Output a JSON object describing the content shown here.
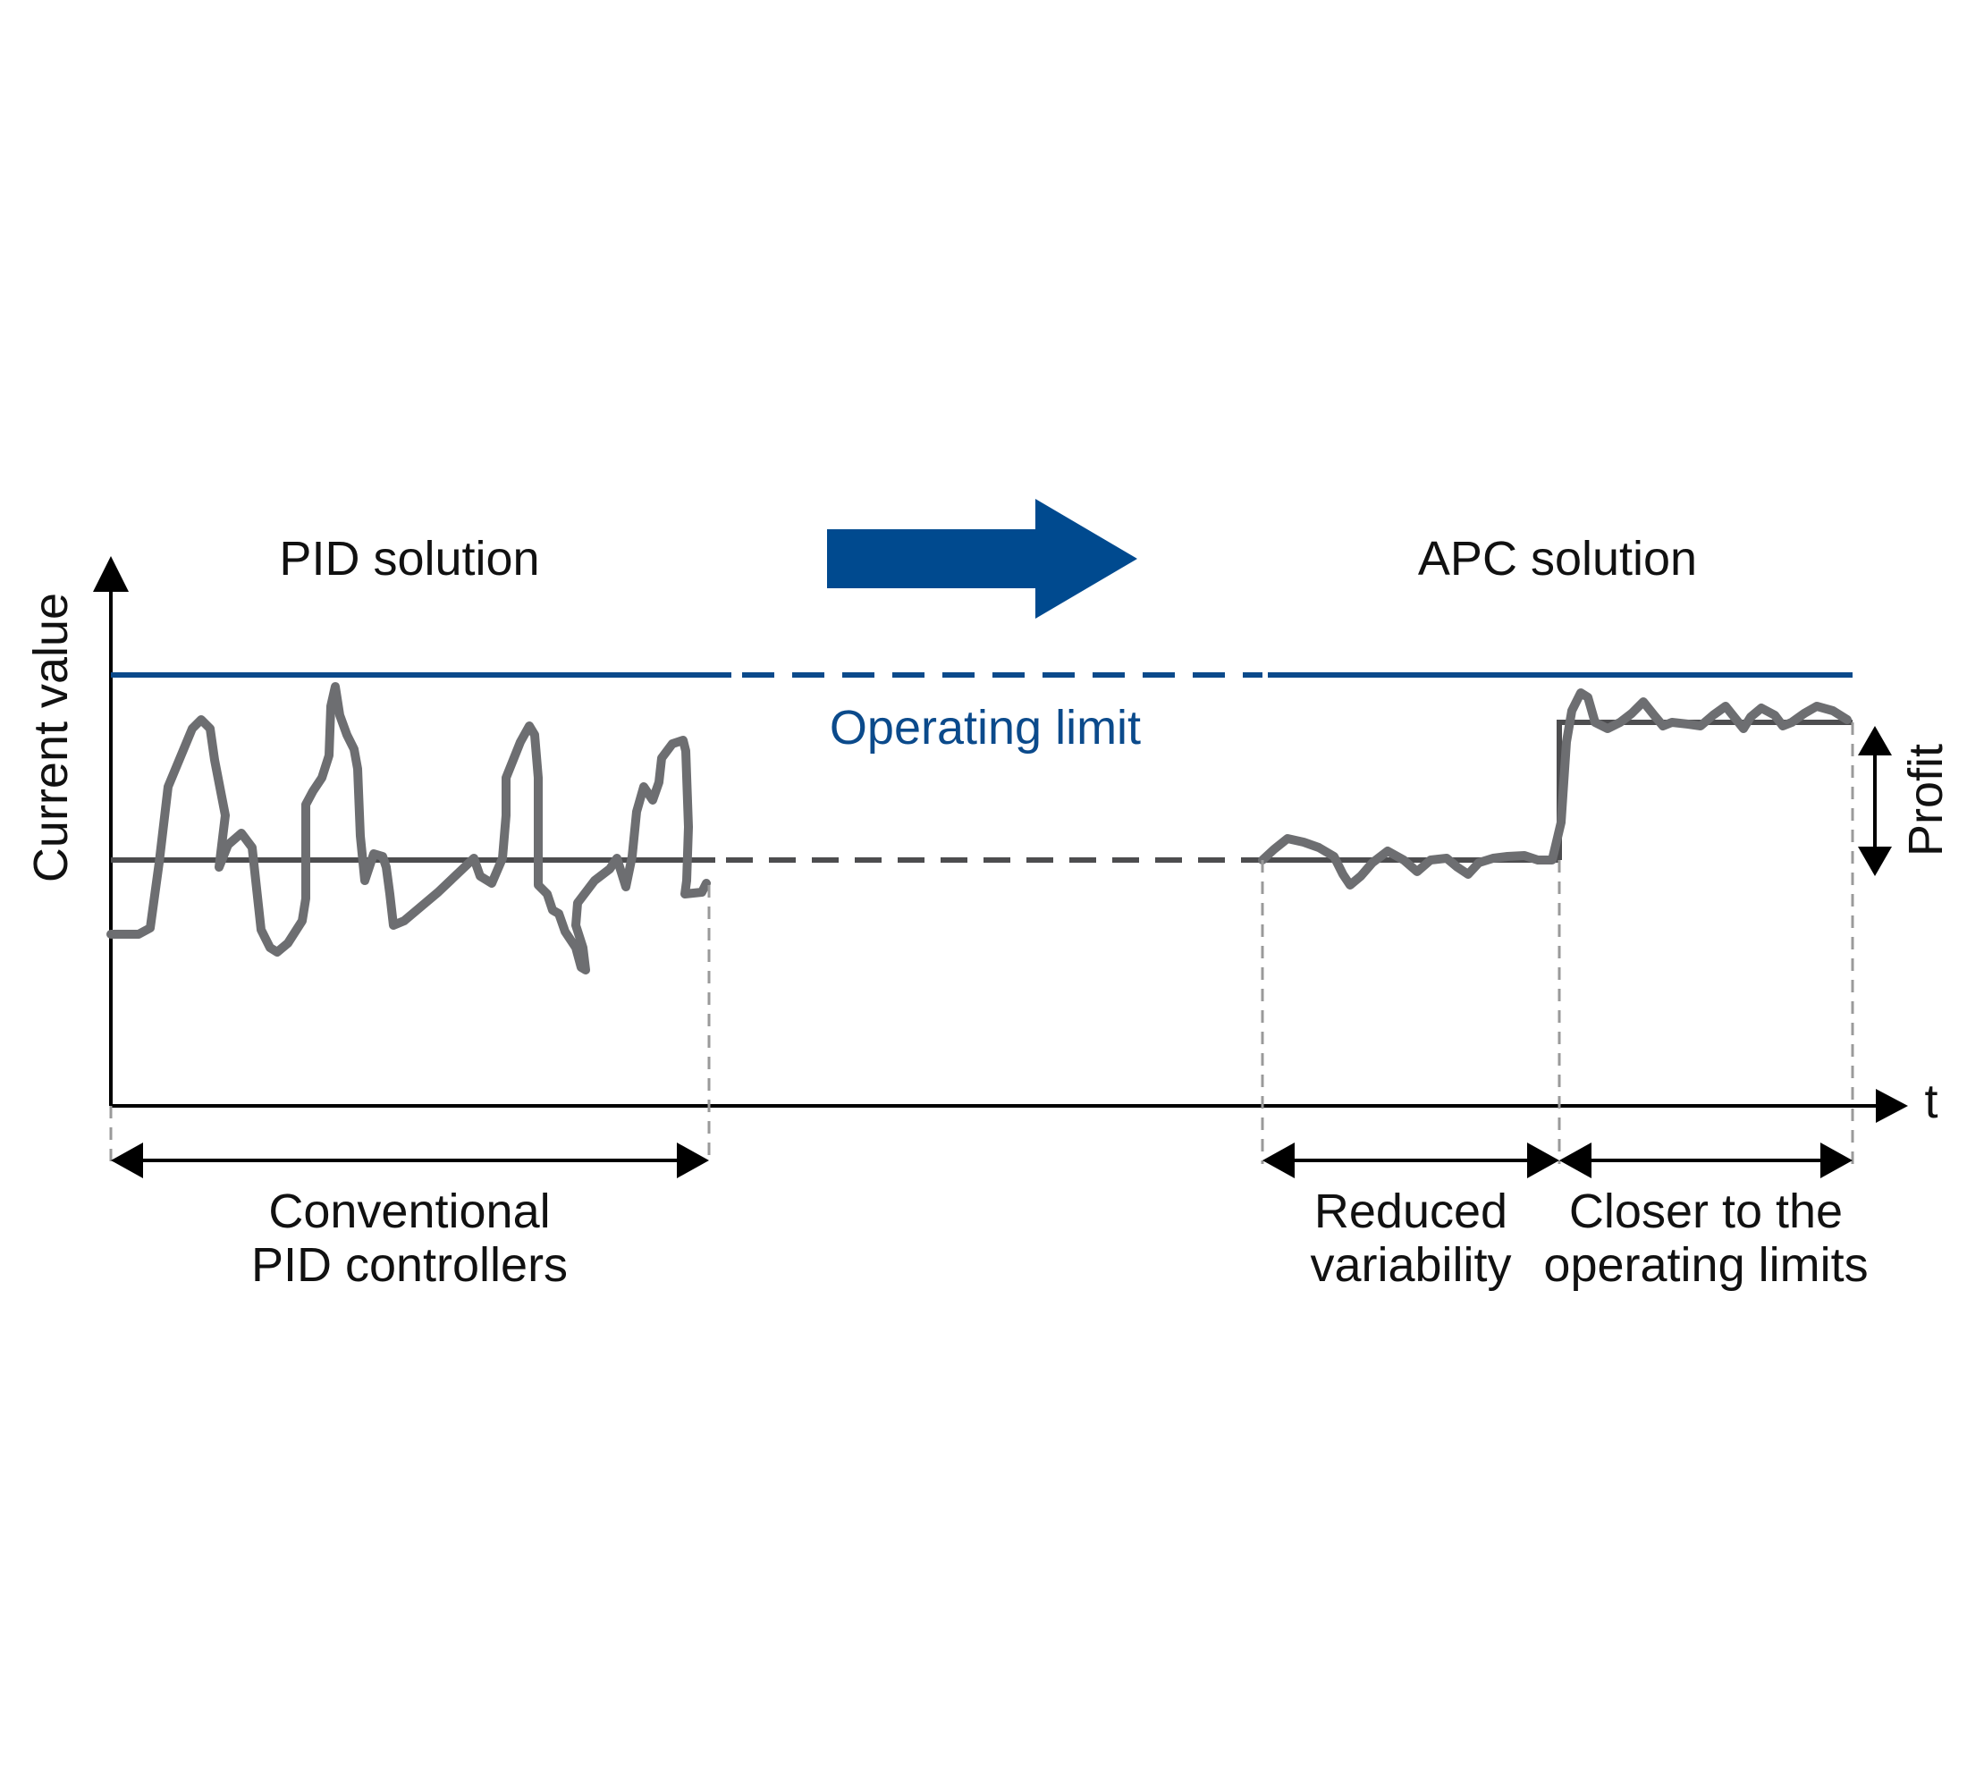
{
  "labels": {
    "pid_solution": "PID solution",
    "apc_solution": "APC solution",
    "operating_limit": "Operating limit",
    "y_axis": "Current value",
    "x_axis": "t",
    "profit": "Profit",
    "conventional_line1": "Conventional",
    "conventional_line2": "PID controllers",
    "reduced_line1": "Reduced",
    "reduced_line2": "variability",
    "closer_line1": "Closer to the",
    "closer_line2": "operating limits"
  },
  "colors": {
    "operating_limit": "#0b4a8b",
    "transition_arrow": "#004a8f",
    "signal": "#6d6e71",
    "setpoint": "#4d4d4f",
    "axis": "#000000",
    "guide": "#9a9a9a"
  },
  "icons": {
    "transition": "right-arrow-icon",
    "profit": "double-arrow-vertical-icon"
  }
}
